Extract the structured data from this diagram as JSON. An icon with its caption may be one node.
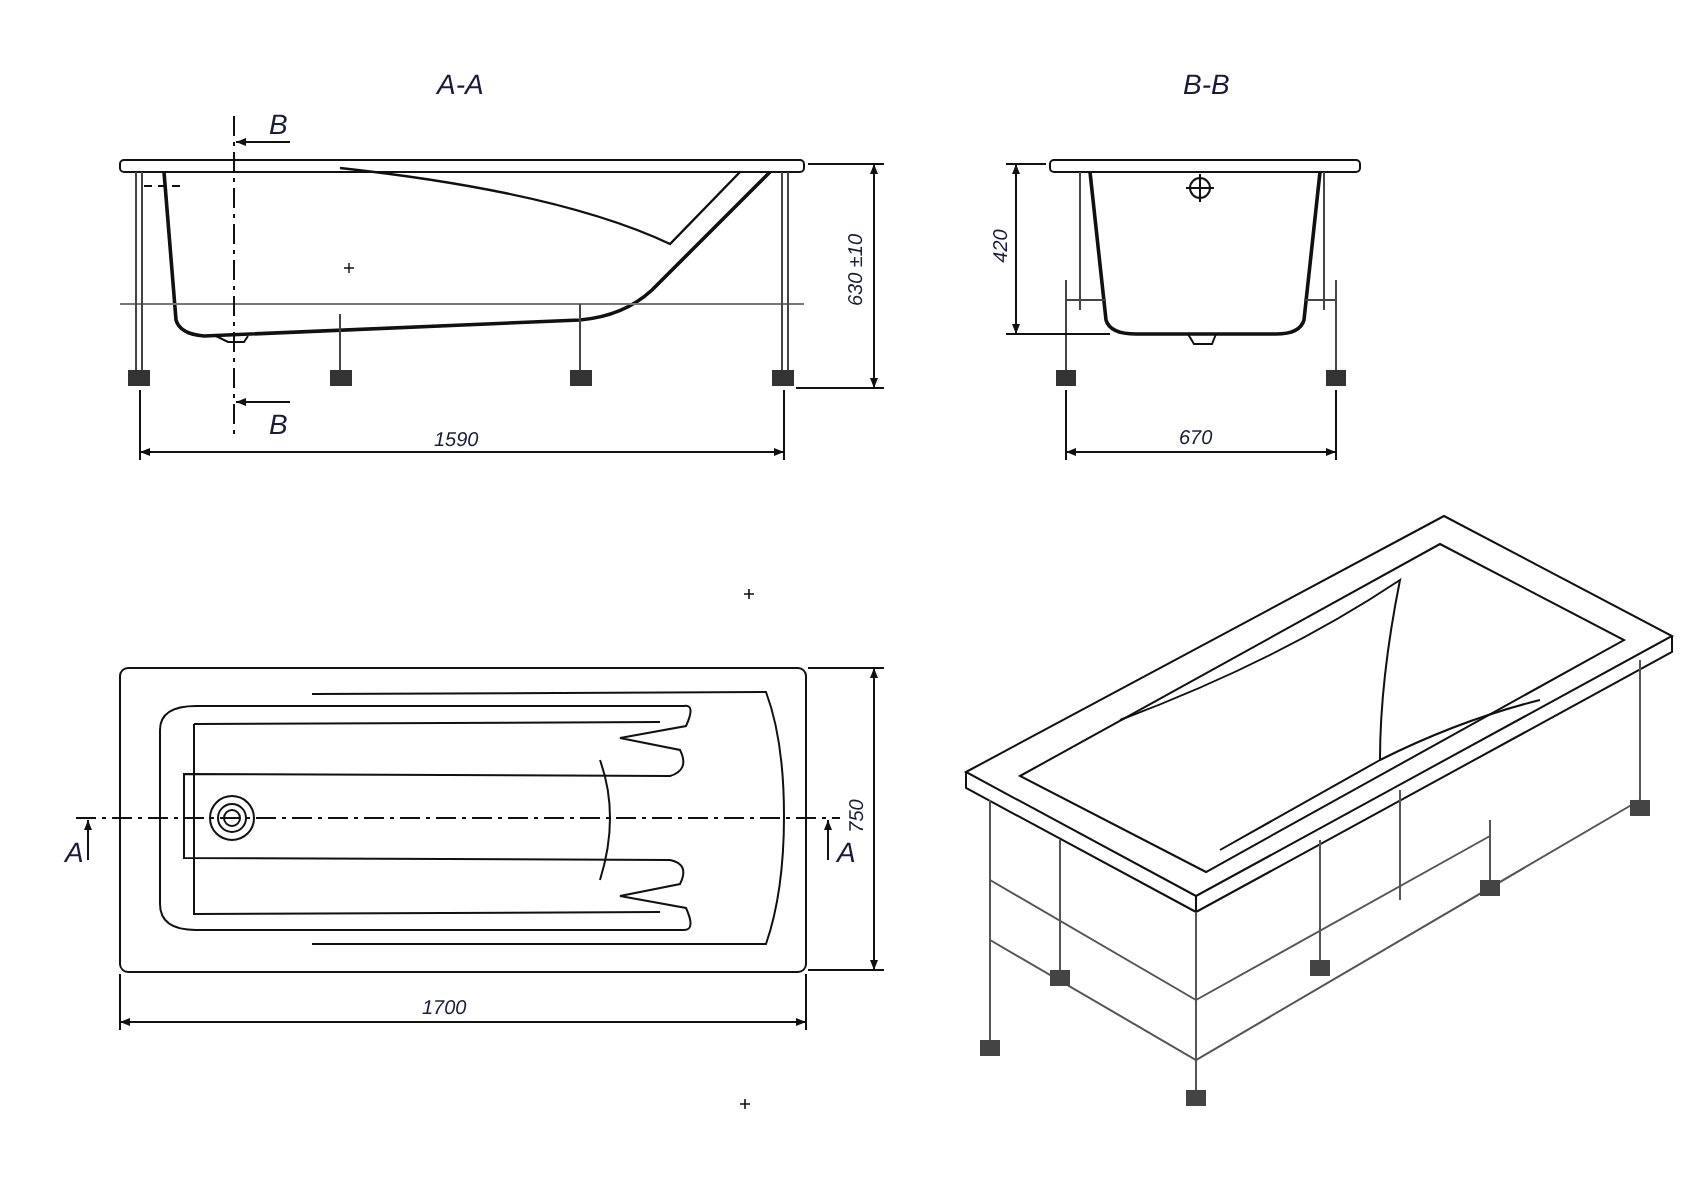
{
  "diagram": {
    "labels": [
      "A-A",
      "B-B",
      "B",
      "B",
      "630 ±10",
      "1590",
      "420",
      "670",
      "A",
      "A",
      "750",
      "1700"
    ]
  }
}
